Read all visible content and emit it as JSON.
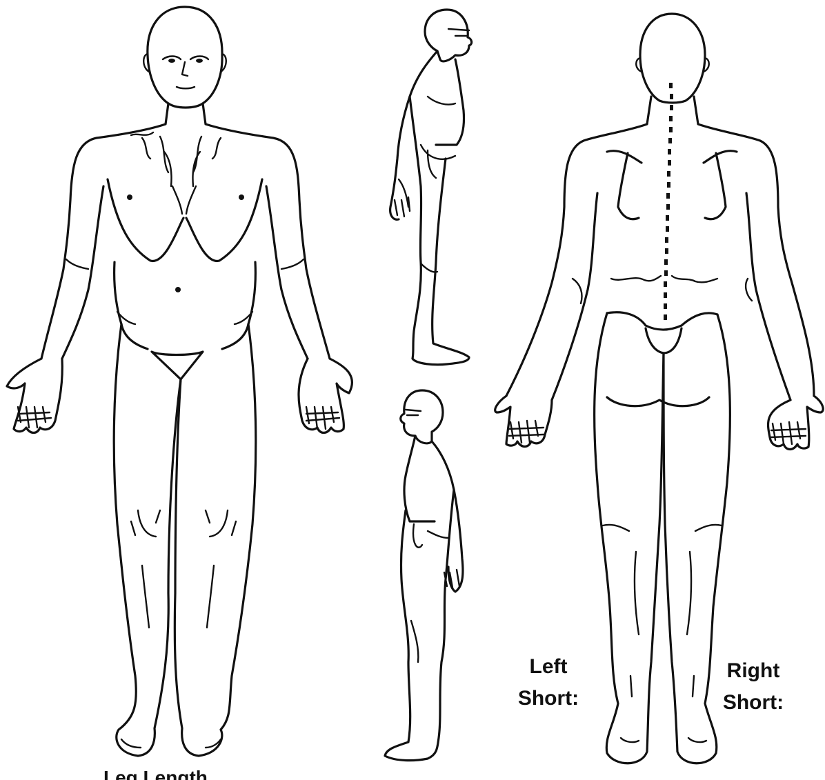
{
  "figures": [
    {
      "view": "anterior"
    },
    {
      "view": "lateral-right"
    },
    {
      "view": "lateral-left"
    },
    {
      "view": "posterior"
    }
  ],
  "labels": {
    "left_line1": "Left",
    "left_line2": "Short:",
    "right_line1": "Right",
    "right_line2": "Short:",
    "leg_length_partial": "Leg Length"
  }
}
